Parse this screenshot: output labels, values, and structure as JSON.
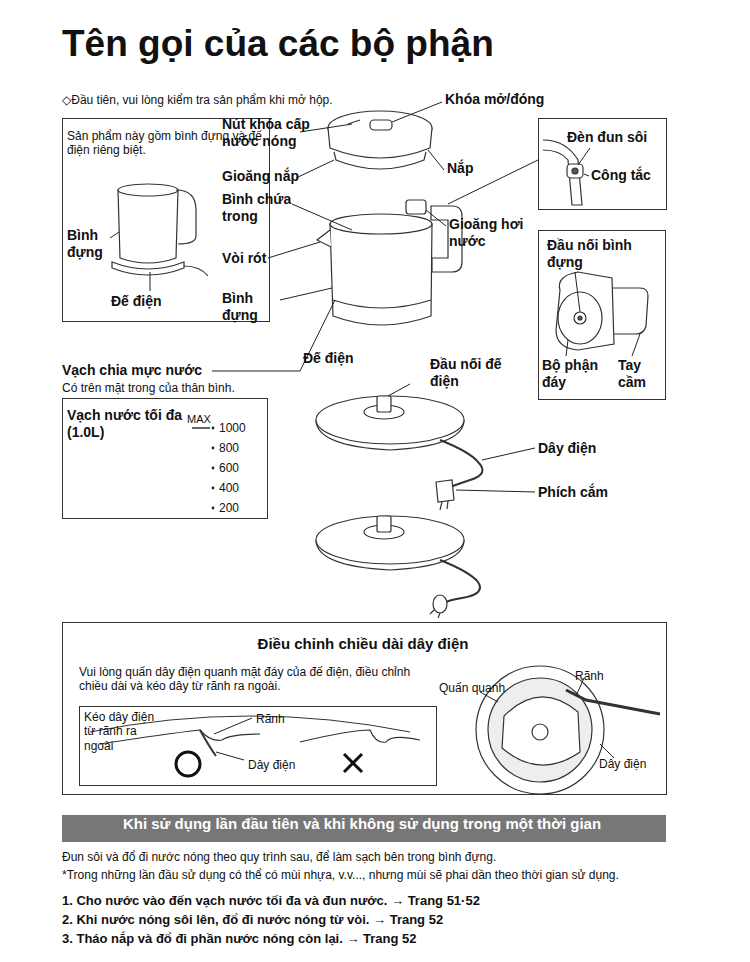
{
  "diagram": {
    "title": "Tên gọi của các bộ phận",
    "nodes": [
      {
        "text": [
          "Sản phẩm này gồm bình đựng và đế điện riêng biệt.",
          "Bình đựng",
          "Đế điện"
        ]
      },
      {
        "text": [
          "Đèn đun sôi",
          "Công tắc"
        ]
      },
      {
        "text": [
          "Đầu nối bình đựng",
          "Bộ phận đáy",
          "Tay cầm"
        ]
      },
      {
        "text": [
          "Vạch nước tối đa (1.0L)",
          "MAX",
          "1000",
          "800",
          "600",
          "400",
          "200"
        ]
      },
      {
        "text": [
          "Điều chỉnh chiều dài dây điện",
          "Vui lòng quấn dây điện quanh mặt đáy của đế điện, điều chỉnh chiều dài và kéo dây từ rãnh ra ngoài.",
          "Quấn quanh",
          "Rãnh",
          "Dây điện"
        ]
      },
      {
        "text": [
          "Kéo dây điện từ rãnh ra ngoài",
          "Rãnh",
          "Dây điện"
        ],
        "in": 4
      },
      {
        "text": [
          "Khi sử dụng lần đầu tiên và khi không sử dụng trong một thời gian"
        ]
      }
    ],
    "labels": [
      "◇Đầu tiên, vui lòng kiểm tra sản phẩm khi mở hộp.",
      "Khóa mở/đóng",
      "Nút khóa cấp nước nóng",
      "Nắp",
      "Gioăng nắp",
      "Bình chứa trong",
      "Gioăng hơi nước",
      "Vòi rót",
      "Bình đựng",
      "Vạch chia mực nước",
      "Có trên mặt trong của thân bình.",
      "Đế điện",
      "Đầu nối đế điện",
      "Dây điện",
      "Phích cắm",
      "Đun sôi và đổ đi nước nóng theo quy trình sau, để làm sạch bên trong bình đựng.",
      "*Trong những lần đầu sử dụng có thể có mùi nhựa, v.v..., nhưng mùi sẽ phai dần theo thời gian sử dụng.",
      "1. Cho nước vào đến vạch nước tối đa và đun nước. → Trang 51·52",
      "2. Khi nước nóng sôi lên, đổ đi nước nóng từ vòi. → Trang 52",
      "3. Tháo nắp và đổ đi phần nước nóng còn lại. → Trang 52"
    ]
  }
}
